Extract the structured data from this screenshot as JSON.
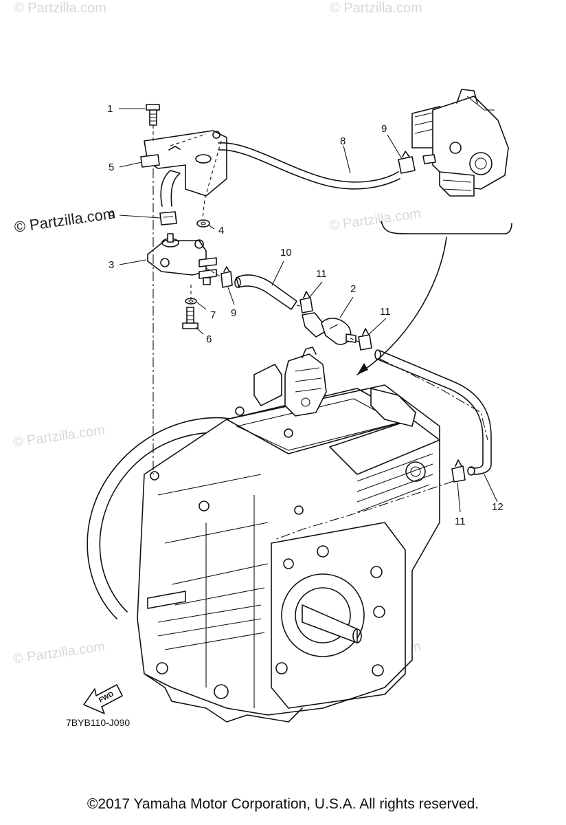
{
  "callouts": {
    "c1": "1",
    "c2": "2",
    "c3": "3",
    "c4": "4",
    "c5": "5",
    "c6": "6",
    "c7": "7",
    "c8": "8",
    "c9a": "9",
    "c9b": "9",
    "c9c": "9",
    "c10": "10",
    "c11a": "11",
    "c11b": "11",
    "c11c": "11",
    "c12": "12"
  },
  "part_code": "7BYB110-J090",
  "fwd_label": "FWD",
  "watermark": {
    "dark": "© Partzilla.com",
    "light": "© Partzilla.com"
  },
  "copyright": "©2017  Yamaha Motor Corporation, U.S.A. All rights reserved.",
  "colors": {
    "ink": "#111111",
    "watermark": "#d8d8d8"
  }
}
